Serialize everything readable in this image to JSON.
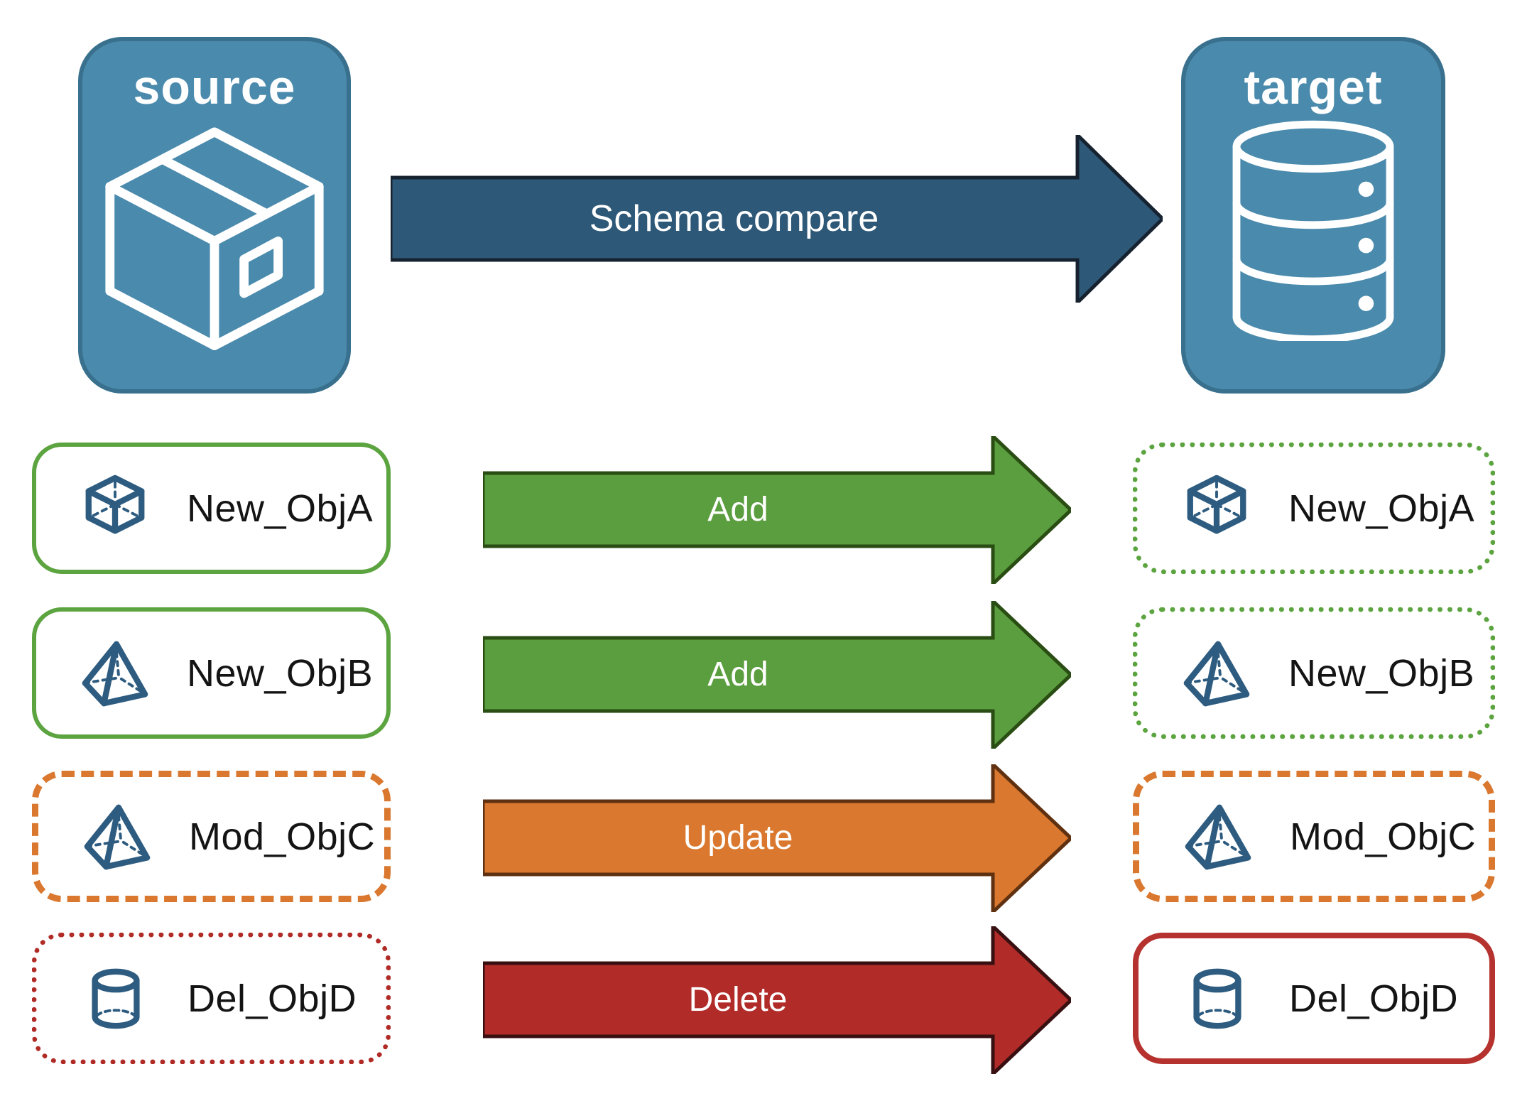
{
  "diagram": {
    "source": {
      "label": "source",
      "icon": "package-icon"
    },
    "target": {
      "label": "target",
      "icon": "database-icon"
    },
    "compare_arrow": {
      "label": "Schema compare"
    }
  },
  "rows": [
    {
      "object": "New_ObjA",
      "icon": "cube-icon",
      "action": "Add",
      "source_style": "solid-green",
      "target_style": "dotted-green"
    },
    {
      "object": "New_ObjB",
      "icon": "pyramid-icon",
      "action": "Add",
      "source_style": "solid-green",
      "target_style": "dotted-green"
    },
    {
      "object": "Mod_ObjC",
      "icon": "pyramid-icon",
      "action": "Update",
      "source_style": "dashed-orange",
      "target_style": "dashed-orange"
    },
    {
      "object": "Del_ObjD",
      "icon": "cylinder-icon",
      "action": "Delete",
      "source_style": "dotted-red",
      "target_style": "solid-red"
    }
  ],
  "colors": {
    "node-fill": "#4A8AAC",
    "node-border": "#38708D",
    "compare-fill": "#2E5878",
    "compare-border": "#16222F",
    "add-fill": "#5B9E3F",
    "add-border": "#294D13",
    "update-fill": "#D9782E",
    "update-border": "#5F3111",
    "delete-fill": "#B12B28",
    "delete-border": "#391012",
    "green": "#5CA43F",
    "orange": "#D9782E",
    "red-dot": "#B02B26",
    "red-solid": "#B5322E",
    "icon-blue": "#2E5C80"
  }
}
